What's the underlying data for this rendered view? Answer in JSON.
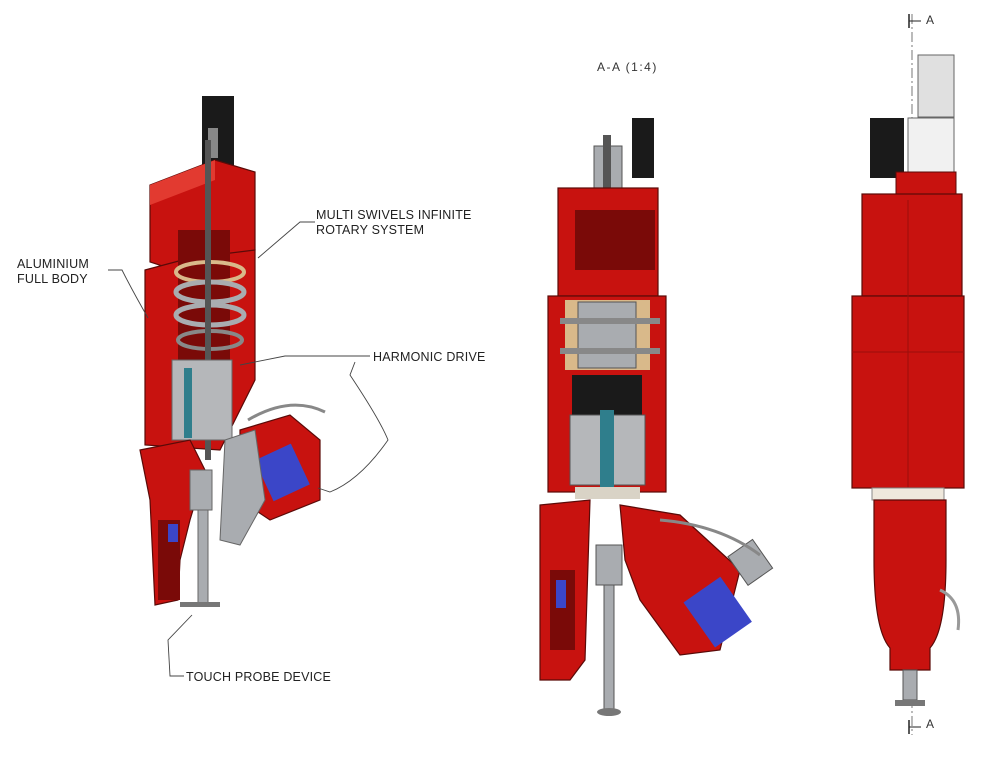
{
  "labels": {
    "aluminium_line1": "ALUMINIUM",
    "aluminium_line2": "FULL BODY",
    "multi_line1": "MULTI SWIVELS INFINITE",
    "multi_line2": "ROTARY SYSTEM",
    "harmonic": "HARMONIC DRIVE",
    "touch_probe": "TOUCH PROBE DEVICE",
    "section_view": "A-A (1:4)",
    "cut_marker_top": "A",
    "cut_marker_bottom": "A"
  },
  "colors": {
    "body_red": "#c8120f",
    "dark_red": "#7a0a08",
    "steel": "#a9acb0",
    "blue_motor": "#3b46c8",
    "black": "#1a1a1a",
    "tan": "#d9b98a"
  }
}
